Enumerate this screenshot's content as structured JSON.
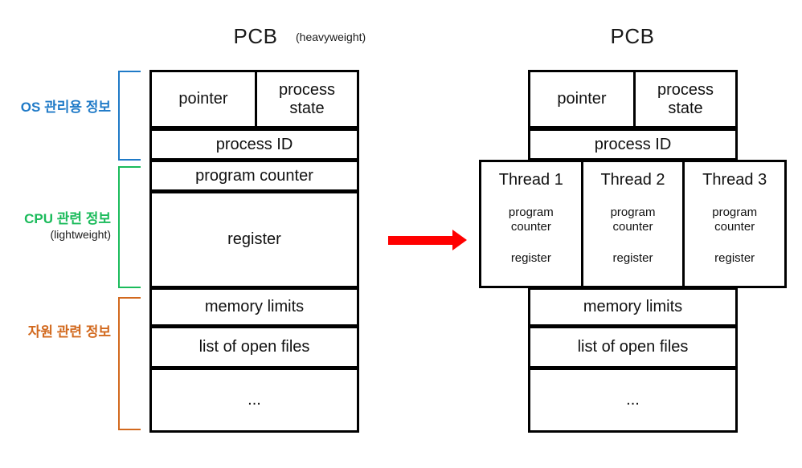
{
  "diagram": {
    "title": "PCB process control block with threads",
    "colors": {
      "os_group": "#1F7AC7",
      "cpu_group": "#1BBB5B",
      "resource_group": "#D2691E",
      "arrow": "#FF0000",
      "box_border": "#000000",
      "text": "#111111"
    }
  },
  "left": {
    "title": "PCB",
    "note": "(heavyweight)",
    "rows": {
      "pointer": "pointer",
      "process_state": "process\nstate",
      "process_state_line1": "process",
      "process_state_line2": "state",
      "process_id": "process ID",
      "program_counter": "program counter",
      "register": "register",
      "memory_limits": "memory limits",
      "list_of_open_files": "list of open files",
      "ellipsis": "..."
    }
  },
  "right": {
    "title": "PCB",
    "rows": {
      "pointer": "pointer",
      "process_state_line1": "process",
      "process_state_line2": "state",
      "process_id": "process ID",
      "memory_limits": "memory limits",
      "list_of_open_files": "list of open files",
      "ellipsis": "..."
    },
    "threads": [
      {
        "name": "Thread 1",
        "pc_line1": "program",
        "pc_line2": "counter",
        "register": "register"
      },
      {
        "name": "Thread 2",
        "pc_line1": "program",
        "pc_line2": "counter",
        "register": "register"
      },
      {
        "name": "Thread 3",
        "pc_line1": "program",
        "pc_line2": "counter",
        "register": "register"
      }
    ]
  },
  "groups": [
    {
      "id": "os",
      "label": "OS 관리용 정보",
      "sub": "",
      "color": "#1F7AC7"
    },
    {
      "id": "cpu",
      "label": "CPU 관련 정보",
      "sub": "(lightweight)",
      "color": "#1BBB5B"
    },
    {
      "id": "resource",
      "label": "자원 관련 정보",
      "sub": "",
      "color": "#D2691E"
    }
  ]
}
